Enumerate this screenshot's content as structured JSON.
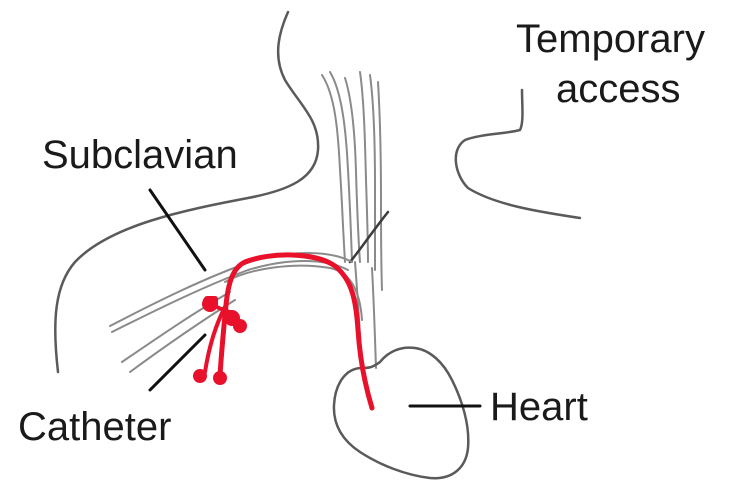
{
  "labels": {
    "temporary_access_line1": "Temporary",
    "temporary_access_line2": "access",
    "subclavian": "Subclavian",
    "catheter": "Catheter",
    "heart": "Heart"
  },
  "colors": {
    "catheter": "#e8102a",
    "outline": "#5a5a5a",
    "text": "#1a1a1a"
  }
}
